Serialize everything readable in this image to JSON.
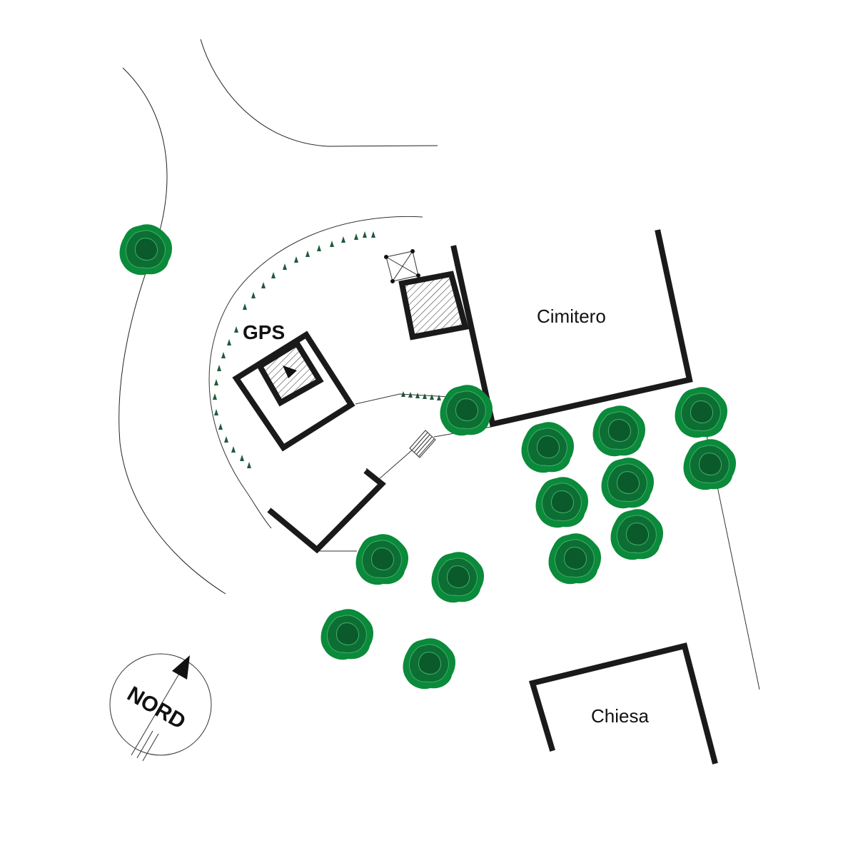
{
  "labels": {
    "gps": "GPS",
    "cimitero": "Cimitero",
    "chiesa": "Chiesa",
    "nord": "NORD"
  },
  "colors": {
    "tree_outer": "#0a8a3a",
    "tree_mid": "#0d6e33",
    "tree_inner": "#0b5a2b",
    "wall": "#1a1a1a",
    "vegetation_mark": "#1f5a3a"
  },
  "icons": {
    "tree": "tree-canopy-icon",
    "gps_marker": "triangle-marker-icon",
    "north_arrow": "north-arrow-icon",
    "antenna": "lattice-antenna-icon"
  }
}
